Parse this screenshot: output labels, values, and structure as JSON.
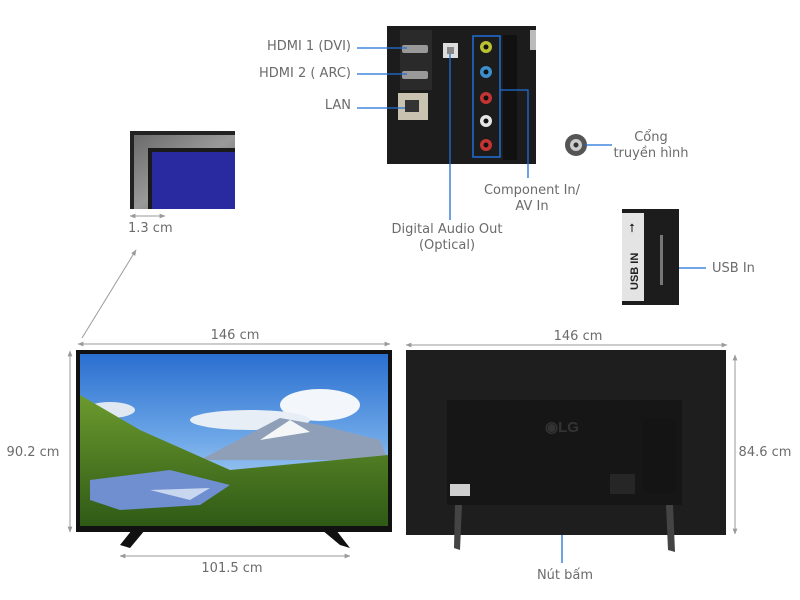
{
  "colors": {
    "callout_line": "#1f6fd8",
    "dimension_line": "#9a9a9a",
    "label_text": "#6b6b6b"
  },
  "ports": {
    "hdmi1": "HDMI 1 (DVI)",
    "hdmi2": "HDMI 2 ( ARC)",
    "lan": "LAN",
    "digital_audio_line1": "Digital Audio Out",
    "digital_audio_line2": "(Optical)",
    "component_line1": "Component In/",
    "component_line2": "AV In",
    "antenna_line1": "Cổng",
    "antenna_line2": "truyền hình",
    "usb": "USB In",
    "usb_panel_text": "USB IN"
  },
  "brand_logo": "LG",
  "dimensions": {
    "bezel": "1.3 cm",
    "front_width": "146 cm",
    "front_height": "90.2 cm",
    "stand_width": "101.5 cm",
    "back_width": "146 cm",
    "back_height": "84.6 cm"
  },
  "back": {
    "button_label": "Nút bấm"
  }
}
